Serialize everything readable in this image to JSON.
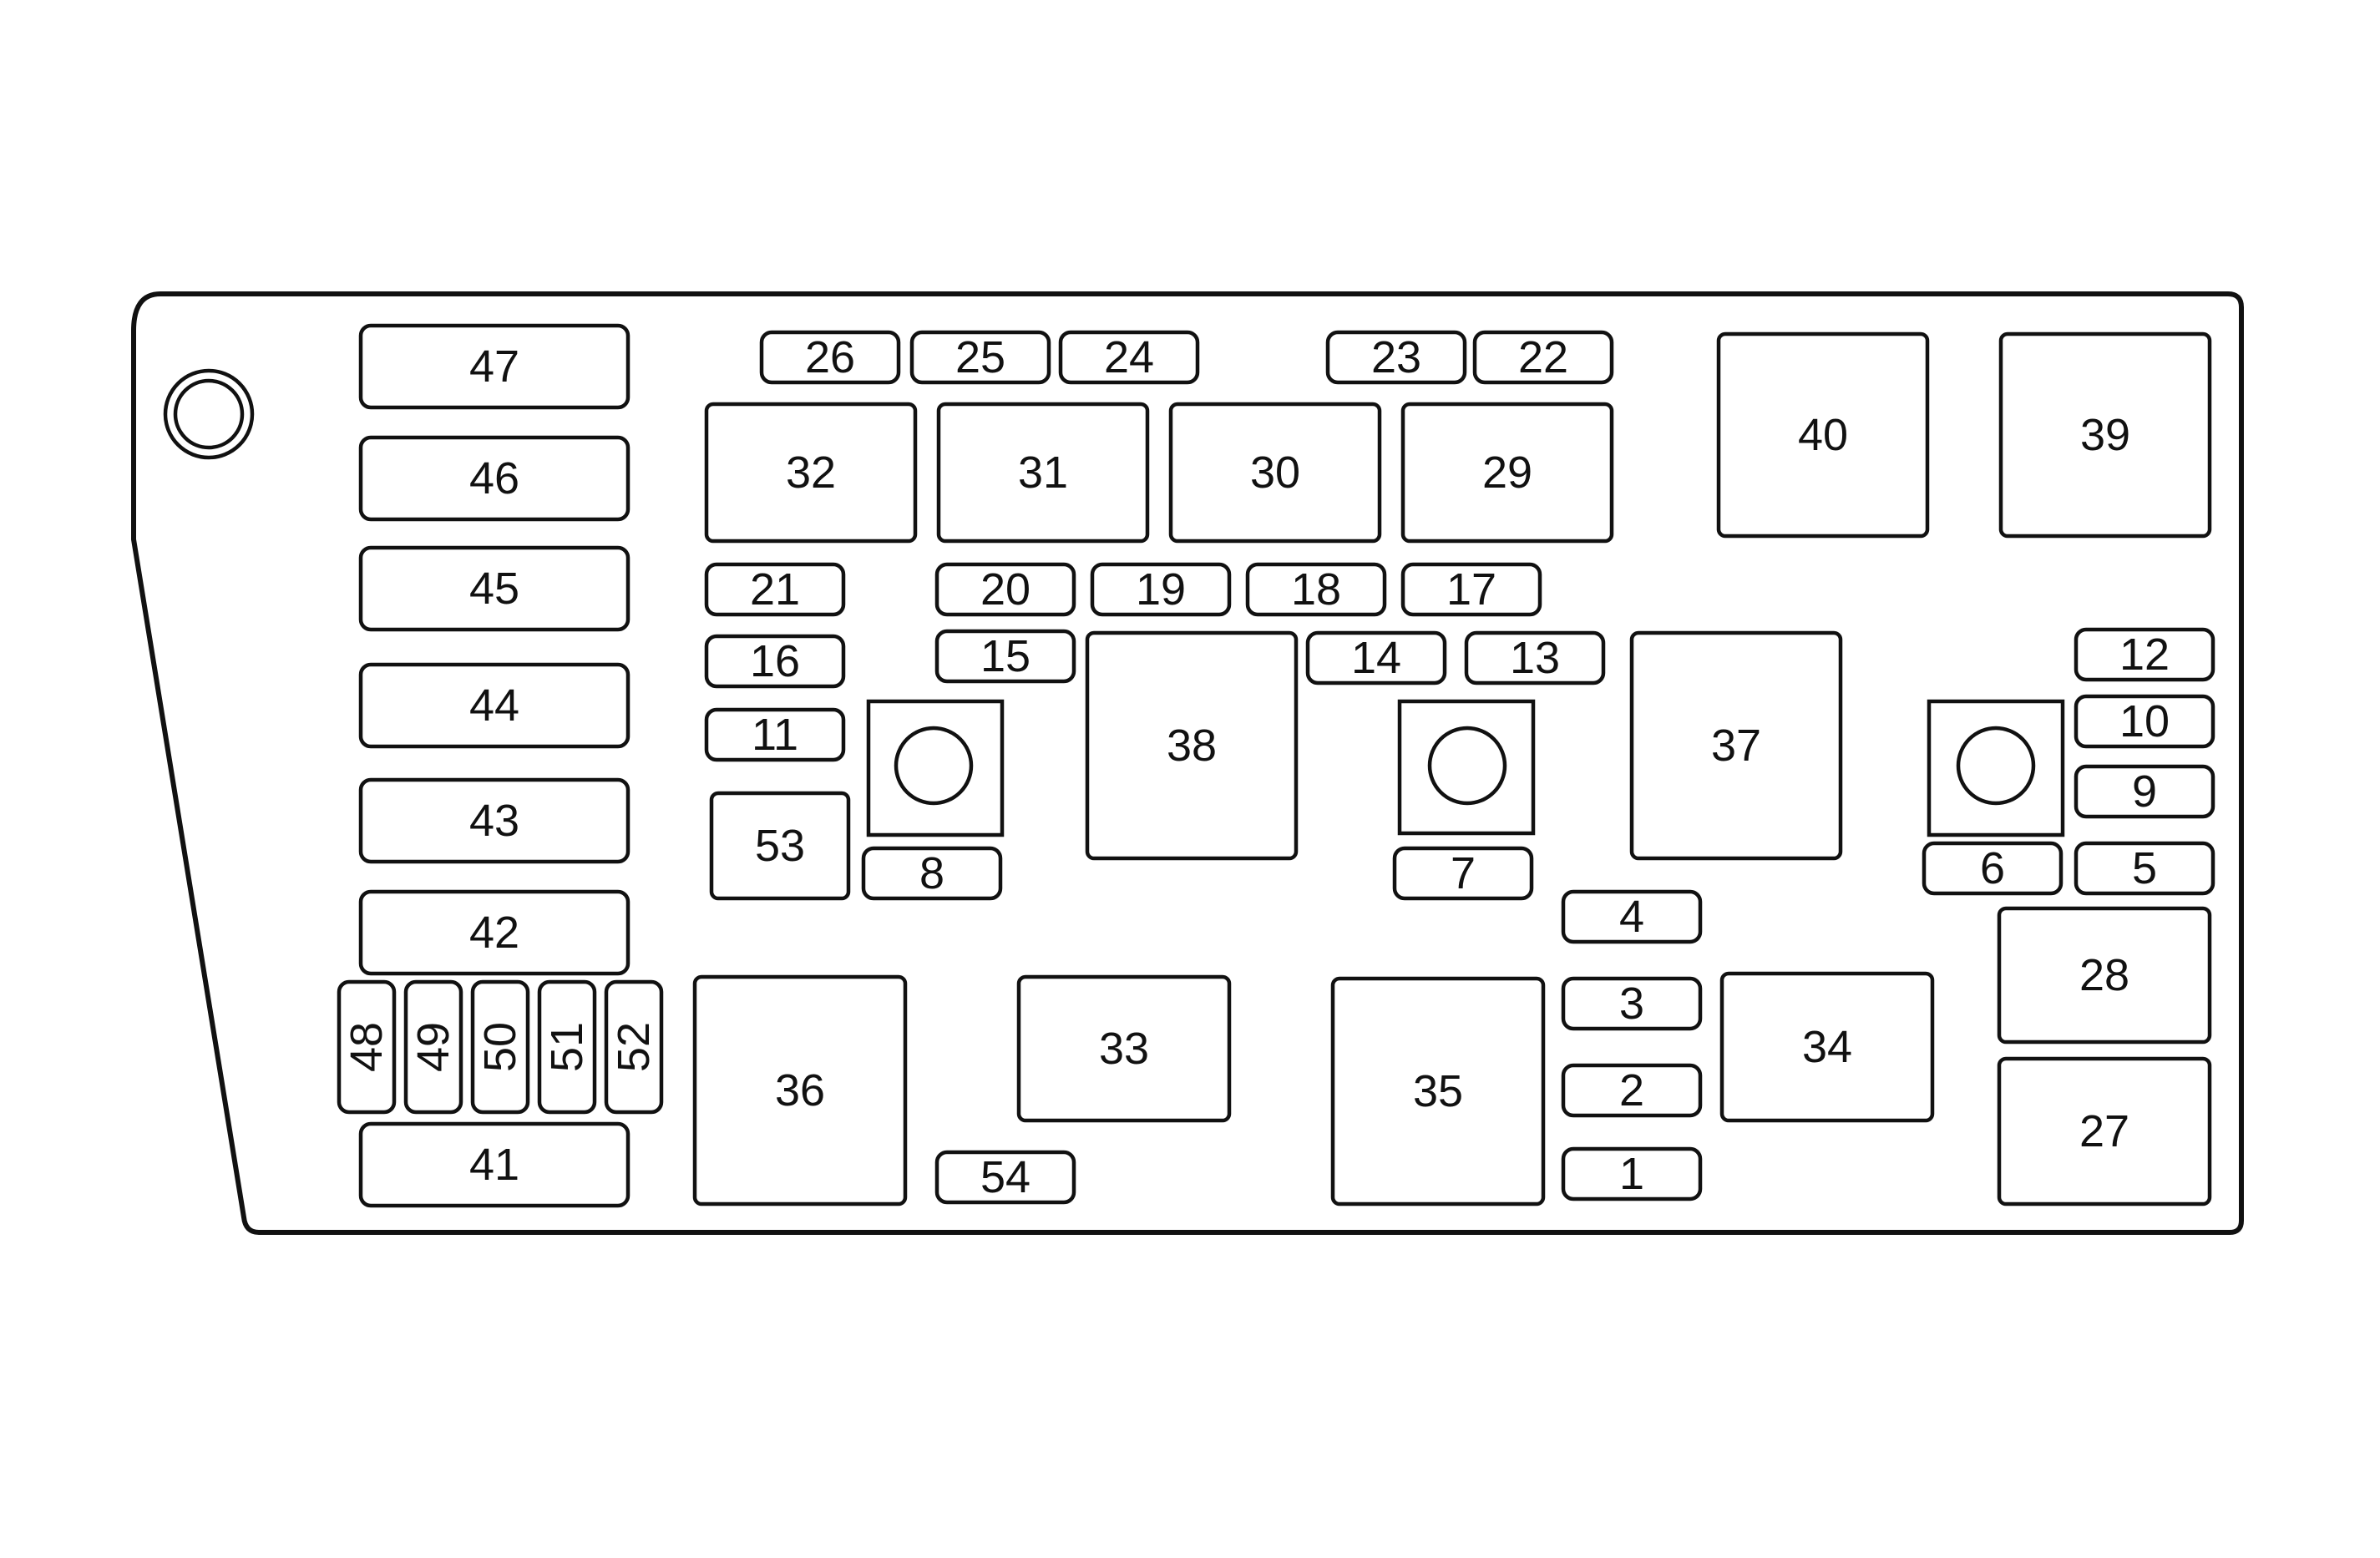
{
  "diagram": {
    "type": "fuse-block-layout",
    "colors": {
      "line": "#111111",
      "background": "#ffffff"
    },
    "items": [
      {
        "label": "47",
        "kind": "fuse",
        "orient": "h"
      },
      {
        "label": "46",
        "kind": "fuse",
        "orient": "h"
      },
      {
        "label": "45",
        "kind": "fuse",
        "orient": "h"
      },
      {
        "label": "44",
        "kind": "fuse",
        "orient": "h"
      },
      {
        "label": "43",
        "kind": "fuse",
        "orient": "h"
      },
      {
        "label": "42",
        "kind": "fuse",
        "orient": "h"
      },
      {
        "label": "41",
        "kind": "fuse",
        "orient": "h"
      },
      {
        "label": "48",
        "kind": "fuse",
        "orient": "v"
      },
      {
        "label": "49",
        "kind": "fuse",
        "orient": "v"
      },
      {
        "label": "50",
        "kind": "fuse",
        "orient": "v"
      },
      {
        "label": "51",
        "kind": "fuse",
        "orient": "v"
      },
      {
        "label": "52",
        "kind": "fuse",
        "orient": "v"
      },
      {
        "label": "26",
        "kind": "fuse",
        "orient": "h"
      },
      {
        "label": "25",
        "kind": "fuse",
        "orient": "h"
      },
      {
        "label": "24",
        "kind": "fuse",
        "orient": "h"
      },
      {
        "label": "23",
        "kind": "fuse",
        "orient": "h"
      },
      {
        "label": "22",
        "kind": "fuse",
        "orient": "h"
      },
      {
        "label": "32",
        "kind": "relay",
        "orient": "h"
      },
      {
        "label": "31",
        "kind": "relay",
        "orient": "h"
      },
      {
        "label": "30",
        "kind": "relay",
        "orient": "h"
      },
      {
        "label": "29",
        "kind": "relay",
        "orient": "h"
      },
      {
        "label": "40",
        "kind": "relay",
        "orient": "h"
      },
      {
        "label": "39",
        "kind": "relay",
        "orient": "h"
      },
      {
        "label": "21",
        "kind": "fuse",
        "orient": "h"
      },
      {
        "label": "20",
        "kind": "fuse",
        "orient": "h"
      },
      {
        "label": "19",
        "kind": "fuse",
        "orient": "h"
      },
      {
        "label": "18",
        "kind": "fuse",
        "orient": "h"
      },
      {
        "label": "17",
        "kind": "fuse",
        "orient": "h"
      },
      {
        "label": "16",
        "kind": "fuse",
        "orient": "h"
      },
      {
        "label": "15",
        "kind": "fuse",
        "orient": "h"
      },
      {
        "label": "14",
        "kind": "fuse",
        "orient": "h"
      },
      {
        "label": "13",
        "kind": "fuse",
        "orient": "h"
      },
      {
        "label": "12",
        "kind": "fuse",
        "orient": "h"
      },
      {
        "label": "11",
        "kind": "fuse",
        "orient": "h"
      },
      {
        "label": "10",
        "kind": "fuse",
        "orient": "h"
      },
      {
        "label": "9",
        "kind": "fuse",
        "orient": "h"
      },
      {
        "label": "38",
        "kind": "relay",
        "orient": "h"
      },
      {
        "label": "37",
        "kind": "relay",
        "orient": "h"
      },
      {
        "label": "53",
        "kind": "relay",
        "orient": "h"
      },
      {
        "label": "8",
        "kind": "fuse",
        "orient": "h"
      },
      {
        "label": "7",
        "kind": "fuse",
        "orient": "h"
      },
      {
        "label": "6",
        "kind": "fuse",
        "orient": "h"
      },
      {
        "label": "5",
        "kind": "fuse",
        "orient": "h"
      },
      {
        "label": "4",
        "kind": "fuse",
        "orient": "h"
      },
      {
        "label": "3",
        "kind": "fuse",
        "orient": "h"
      },
      {
        "label": "2",
        "kind": "fuse",
        "orient": "h"
      },
      {
        "label": "1",
        "kind": "fuse",
        "orient": "h"
      },
      {
        "label": "36",
        "kind": "relay",
        "orient": "h"
      },
      {
        "label": "33",
        "kind": "relay",
        "orient": "h"
      },
      {
        "label": "35",
        "kind": "relay",
        "orient": "h"
      },
      {
        "label": "34",
        "kind": "relay",
        "orient": "h"
      },
      {
        "label": "28",
        "kind": "relay",
        "orient": "h"
      },
      {
        "label": "27",
        "kind": "relay",
        "orient": "h"
      },
      {
        "label": "54",
        "kind": "fuse",
        "orient": "h"
      }
    ]
  }
}
